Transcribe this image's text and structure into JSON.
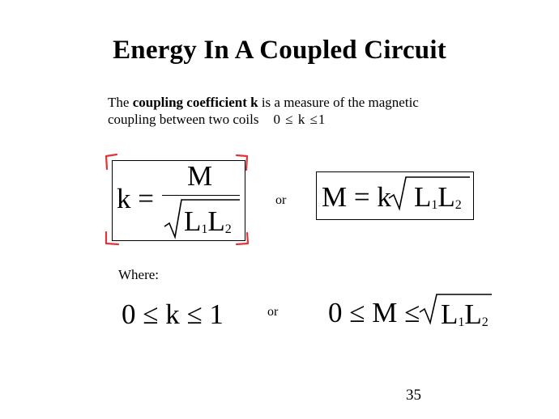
{
  "slide": {
    "title": "Energy In A Coupled Circuit",
    "intro_prefix": "The ",
    "intro_bold": "coupling coefficient k",
    "intro_line1_rest": " is a measure of the magnetic",
    "intro_line2": "coupling between two coils",
    "intro_range": "0 ≤ k ≤1",
    "or_label_1": "or",
    "or_label_2": "or",
    "where_label": "Where:",
    "page_number": "35"
  },
  "formulas": {
    "k_lhs": "k =",
    "k_numerator": "M",
    "L": "L",
    "sub1": "1",
    "sub2": "2",
    "m_lhs": "M = k",
    "range_k": "0 ≤ k ≤ 1",
    "range_m_lhs": "0 ≤ M ≤"
  },
  "colors": {
    "annotation": "#e0343a"
  }
}
